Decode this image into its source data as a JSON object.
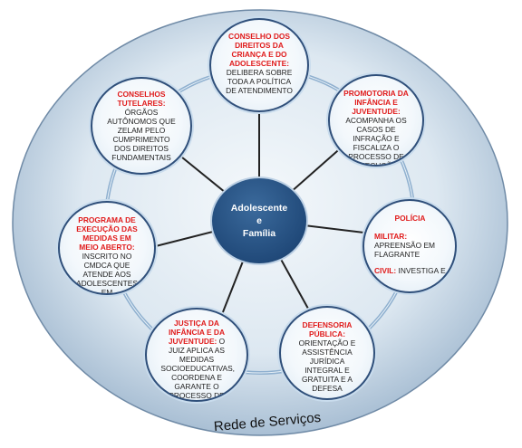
{
  "center": {
    "line1": "Adolescente",
    "line2": "e",
    "line3": "Família"
  },
  "nodes": {
    "conselho_direitos": {
      "title": "CONSELHO DOS DIREITOS DA CRIANÇA E DO ADOLESCENTE:",
      "text": "DELIBERA SOBRE TODA A POLÍTICA DE ATENDIMENTO"
    },
    "promotoria": {
      "title": "PROMOTORIA DA INFÂNCIA E JUVENTUDE:",
      "text": "ACOMPANHA OS CASOS DE INFRAÇÃO E FISCALIZA O PROCESSO DE EXECUÇÃO"
    },
    "policia": {
      "title": "POLÍCIA",
      "militar_label": "MILITAR:",
      "militar_text": "APREENSÃO EM FLAGRANTE",
      "civil_label": "CIVIL:",
      "civil_text": "INVESTIGA E"
    },
    "defensoria": {
      "title": "DEFENSORIA PÚBLICA:",
      "text": "ORIENTAÇÃO E ASSISTÊNCIA JURÍDICA INTEGRAL E GRATUITA E A DEFESA"
    },
    "justica": {
      "title": "JUSTIÇA DA INFÂNCIA E DA JUVENTUDE:",
      "text": "O JUIZ APLICA AS MEDIDAS SOCIOEDUCATIVAS, COORDENA E GARANTE O PROCESSO DE"
    },
    "programa": {
      "title": "PROGRAMA DE EXECUÇÃO DAS MEDIDAS EM MEIO ABERTO:",
      "text": "INSCRITO NO CMDCA QUE ATENDE AOS ADOLESCENTES EM CUMPRIMENTO DE MEDIDAS"
    },
    "conselhos_tutelares": {
      "title": "CONSELHOS TUTELARES:",
      "text": "ÓRGÃOS AUTÔNOMOS QUE ZELAM PELO CUMPRIMENTO DOS DIREITOS FUNDAMENTAIS"
    }
  },
  "footer": {
    "label": "Rede de Serviços"
  },
  "colors": {
    "title_red": "#e01b1b",
    "center_blue": "#214a7a",
    "ring_border": "#2f4f7a"
  }
}
